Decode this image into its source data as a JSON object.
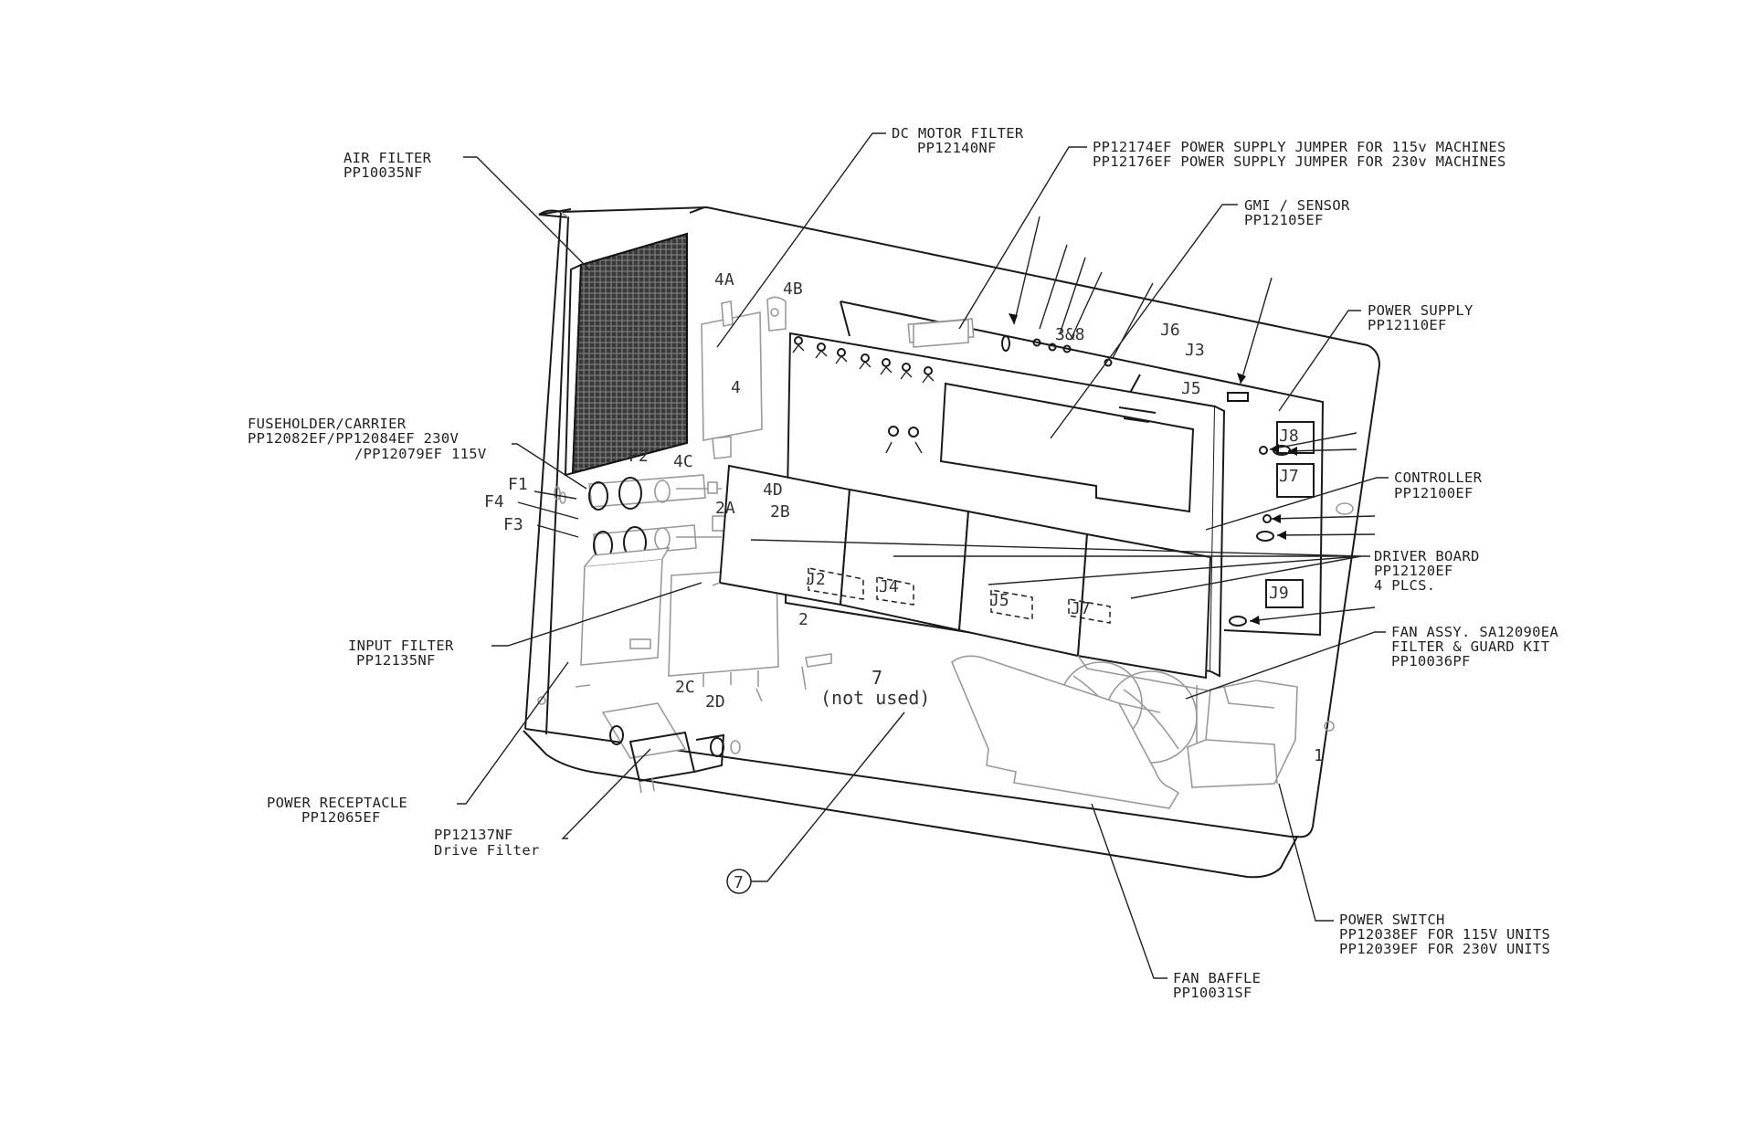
{
  "callouts": {
    "air_filter": [
      "AIR FILTER",
      "PP10035NF"
    ],
    "dc_motor_filter": [
      "DC MOTOR FILTER",
      "PP12140NF"
    ],
    "power_supply_jumper": [
      "PP12174EF POWER SUPPLY JUMPER FOR 115v MACHINES",
      "PP12176EF POWER SUPPLY JUMPER FOR 230v MACHINES"
    ],
    "gmi_sensor": [
      "GMI / SENSOR",
      "PP12105EF"
    ],
    "power_supply": [
      "POWER SUPPLY",
      "PP12110EF"
    ],
    "fuseholder": [
      "FUSEHOLDER/CARRIER",
      "PP12082EF/PP12084EF 230V",
      "/PP12079EF 115V"
    ],
    "controller": [
      "CONTROLLER",
      "PP12100EF"
    ],
    "driver_board": [
      "DRIVER BOARD",
      "PP12120EF",
      "4 PLCS."
    ],
    "input_filter": [
      "INPUT FILTER",
      "PP12135NF"
    ],
    "fan_assy": [
      "FAN ASSY. SA12090EA",
      "FILTER & GUARD KIT",
      "PP10036PF"
    ],
    "power_receptacle": [
      "POWER RECEPTACLE",
      "PP12065EF"
    ],
    "drive_filter": [
      "PP12137NF",
      "Drive Filter"
    ],
    "power_switch": [
      "POWER SWITCH",
      "PP12038EF FOR 115V UNITS",
      "PP12039EF FOR 230V UNITS"
    ],
    "fan_baffle": [
      "FAN BAFFLE",
      "PP10031SF"
    ]
  },
  "refs": {
    "r4a": "4A",
    "r4b": "4B",
    "r4": "4",
    "r4c": "4C",
    "r4d": "4D",
    "r2a": "2A",
    "r2b": "2B",
    "r2": "2",
    "r2c": "2C",
    "r2d": "2D",
    "f1": "F1",
    "f2": "F2",
    "f3": "F3",
    "f4": "F4",
    "j2": "J2",
    "j3": "J3",
    "j4": "J4",
    "j5a": "J5",
    "j5b": "J5",
    "j6": "J6",
    "j7a": "J7",
    "j7b": "J7",
    "j8": "J8",
    "j9": "J9",
    "r3_8": "3&8",
    "r7": "7",
    "not_used": "(not used)",
    "r1": "1",
    "balloon": "7"
  }
}
